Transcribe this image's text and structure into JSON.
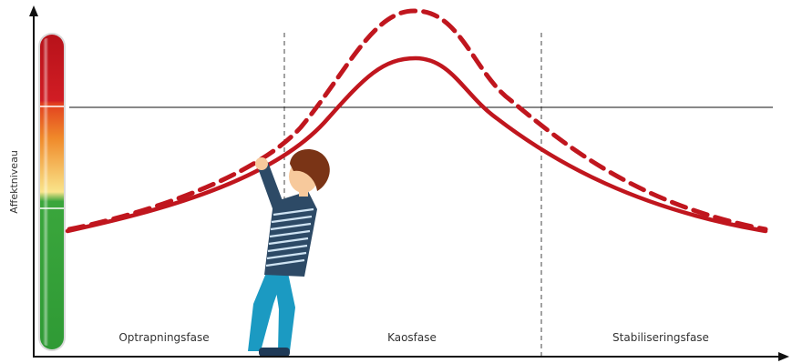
{
  "y_axis": {
    "label": "Affektniveau"
  },
  "phases": [
    {
      "label": "Optrapningsfase"
    },
    {
      "label": "Kaosfase"
    },
    {
      "label": "Stabiliseringsfase"
    }
  ],
  "colors": {
    "curve": "#c0161e",
    "meter_red": "#c4151c",
    "meter_orange": "#ee6a1f",
    "meter_yellow": "#f7e37a",
    "meter_green": "#3aa63c",
    "axis": "#111111",
    "figure_shirt": "#2d4a66",
    "figure_pants": "#1b9ac2",
    "figure_hair": "#7a3416",
    "figure_skin": "#f7c99c"
  },
  "illustration": {
    "curves": [
      "solid-arousal-curve",
      "dashed-arousal-curve"
    ],
    "threshold_line": true,
    "figure": "person-pushing-curve-icon",
    "meter": "affect-meter-icon"
  }
}
